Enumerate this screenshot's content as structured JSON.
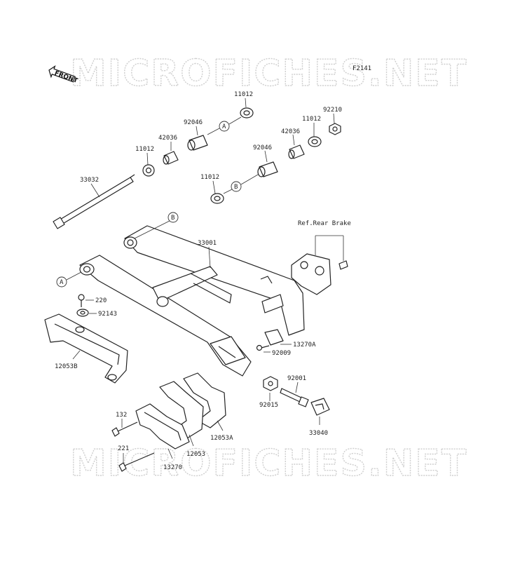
{
  "watermark": "MICROFICHES.NET",
  "figure_code": "F2141",
  "front_arrow": "FRONT",
  "reference_note": "Ref.Rear Brake",
  "callout_a": "A",
  "callout_b": "B",
  "parts": {
    "p11012_top": "11012",
    "p92046_top": "92046",
    "p42036_left": "42036",
    "p11012_left": "11012",
    "p92210": "92210",
    "p11012_right": "11012",
    "p42036_right": "42036",
    "p92046_mid": "92046",
    "p11012_mid": "11012",
    "p33032": "33032",
    "p33001": "33001",
    "p220": "220",
    "p92143": "92143",
    "p12053B": "12053B",
    "p13270A": "13270A",
    "p92009": "92009",
    "p92001": "92001",
    "p92015": "92015",
    "p33040": "33040",
    "p132": "132",
    "p12053A": "12053A",
    "p221": "221",
    "p12053": "12053",
    "p13270": "13270"
  }
}
